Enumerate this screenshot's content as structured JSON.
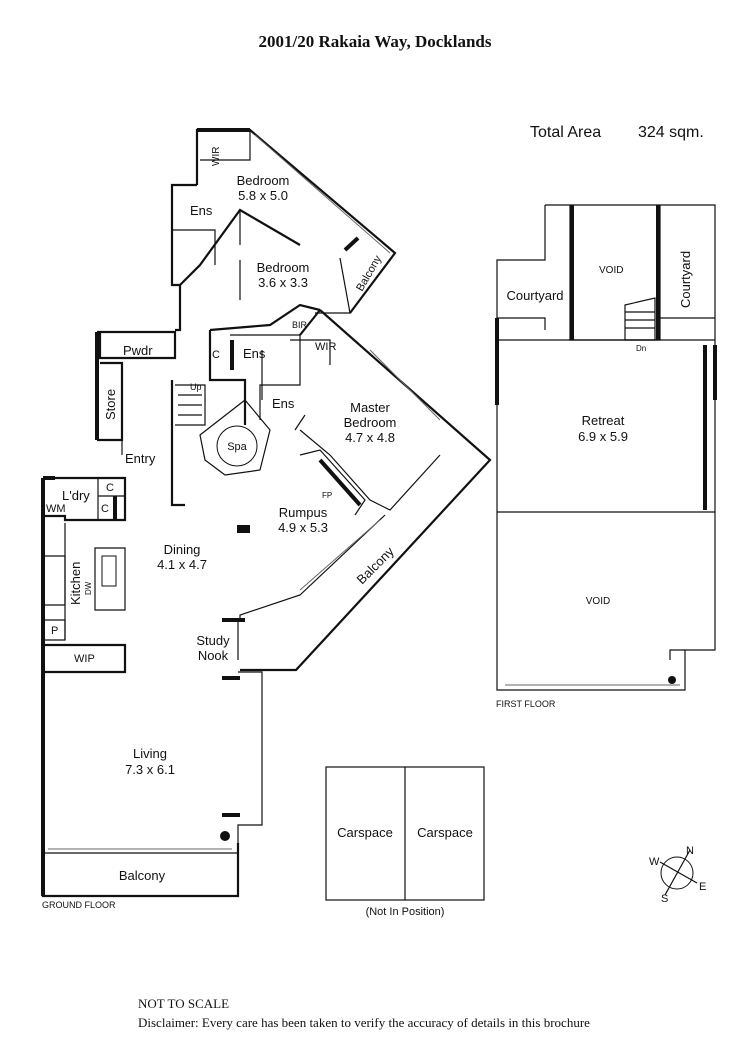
{
  "title": "2001/20 Rakaia Way, Docklands",
  "total_area": {
    "label": "Total Area",
    "value": "324 sqm."
  },
  "ground_floor": {
    "label": "GROUND FLOOR",
    "rooms": {
      "bedroom1": {
        "name": "Bedroom",
        "size": "5.8 x 5.0"
      },
      "wir1": "WIR",
      "ens1": "Ens",
      "bedroom2": {
        "name": "Bedroom",
        "size": "3.6 x 3.3"
      },
      "balcony1": "Balcony",
      "pwdr": "Pwdr",
      "c1": "C",
      "ens2": "Ens",
      "bir": "BIR",
      "wir2": "WIR",
      "store": "Store",
      "up": "Up",
      "ens3": "Ens",
      "master": {
        "name": "Master",
        "name2": "Bedroom",
        "size": "4.7 x 4.8"
      },
      "spa": "Spa",
      "entry": "Entry",
      "ldry": "L'dry",
      "c2": "C",
      "c3": "C",
      "wm": "WM",
      "fp": "FP",
      "rumpus": {
        "name": "Rumpus",
        "size": "4.9 x 5.3"
      },
      "dining": {
        "name": "Dining",
        "size": "4.1 x 4.7"
      },
      "kitchen": "Kitchen",
      "dw": "DW",
      "balcony2": "Balcony",
      "p": "P",
      "wip": "WIP",
      "study": {
        "line1": "Study",
        "line2": "Nook"
      },
      "living": {
        "name": "Living",
        "size": "7.3 x 6.1"
      },
      "balcony3": "Balcony"
    }
  },
  "first_floor": {
    "label": "FIRST FLOOR",
    "rooms": {
      "courtyard1": "Courtyard",
      "void1": "VOID",
      "courtyard2": "Courtyard",
      "dn": "Dn",
      "retreat": {
        "name": "Retreat",
        "size": "6.9 x 5.9"
      },
      "void2": "VOID"
    }
  },
  "carspaces": {
    "space1": "Carspace",
    "space2": "Carspace",
    "note": "(Not In Position)"
  },
  "compass": {
    "n": "N",
    "e": "E",
    "s": "S",
    "w": "W"
  },
  "footer": {
    "scale": "NOT TO SCALE",
    "disclaimer": "Disclaimer: Every care has been taken to verify the accuracy of details in this brochure"
  }
}
